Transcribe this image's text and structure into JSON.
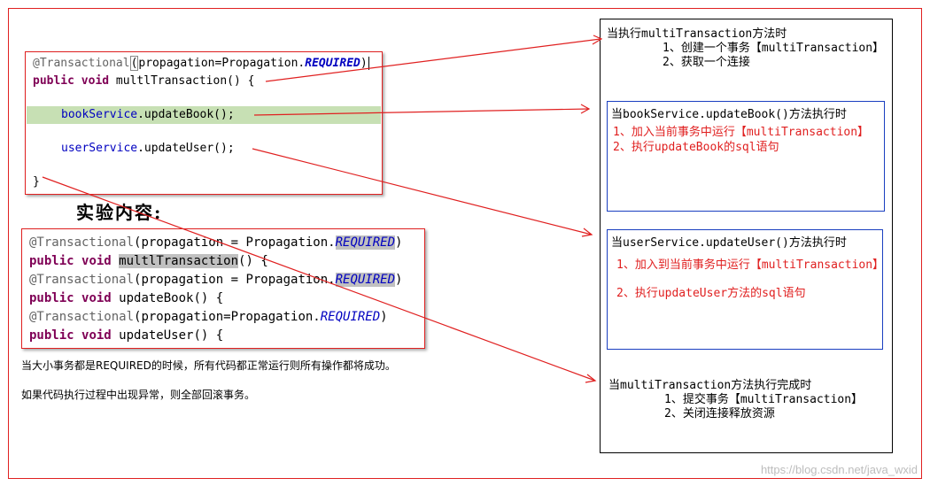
{
  "code1": {
    "line1": [
      "@Transactional",
      "(",
      "propagation=Propagation.",
      "REQUIRED",
      ")"
    ],
    "line2": [
      "public",
      " ",
      "void",
      " multlTransaction() {"
    ],
    "line3": [
      "bookService",
      ".updateBook();"
    ],
    "line4": [
      "userService",
      ".updateUser();"
    ],
    "line5": "}"
  },
  "heading": "实验内容:",
  "code2": {
    "l1": [
      "@Transactional",
      "(propagation = Propagation.",
      "REQUIRED",
      ")"
    ],
    "l2": [
      "public",
      " ",
      "void",
      " ",
      "multlTransaction",
      "() {"
    ],
    "l3": [
      "@Transactional",
      "(propagation = Propagation.",
      "REQUIRED",
      ")"
    ],
    "l4": [
      "public",
      " ",
      "void",
      " updateBook() {"
    ],
    "l5": [
      "@Transactional",
      "(propagation=Propagation.",
      "REQUIRED",
      ")"
    ],
    "l6": [
      "public",
      " ",
      "void",
      " updateUser() {"
    ]
  },
  "notes": {
    "n1": "当大小事务都是REQUIRED的时候，所有代码都正常运行则所有操作都将成功。",
    "n2": "如果代码执行过程中出现异常，则全部回滚事务。"
  },
  "panel": {
    "s1": {
      "title": "当执行multiTransaction方法时",
      "i1": "1、创建一个事务【multiTransaction】",
      "i2": "2、获取一个连接"
    },
    "s2": {
      "title": "当bookService.updateBook()方法执行时",
      "i1": "1、加入当前事务中运行【multiTransaction】",
      "i2": "2、执行updateBook的sql语句"
    },
    "s3": {
      "title": "当userService.updateUser()方法执行时",
      "i1": "1、加入到当前事务中运行【multiTransaction】",
      "i2": "2、执行updateUser方法的sql语句"
    },
    "s4": {
      "title": "当multiTransaction方法执行完成时",
      "i1": "1、提交事务【multiTransaction】",
      "i2": "2、关闭连接释放资源"
    }
  },
  "watermark": "https://blog.csdn.net/java_wxid",
  "colors": {
    "arrow": "#e02020",
    "box_blue": "#1a3fc0",
    "frame": "#e02020"
  }
}
